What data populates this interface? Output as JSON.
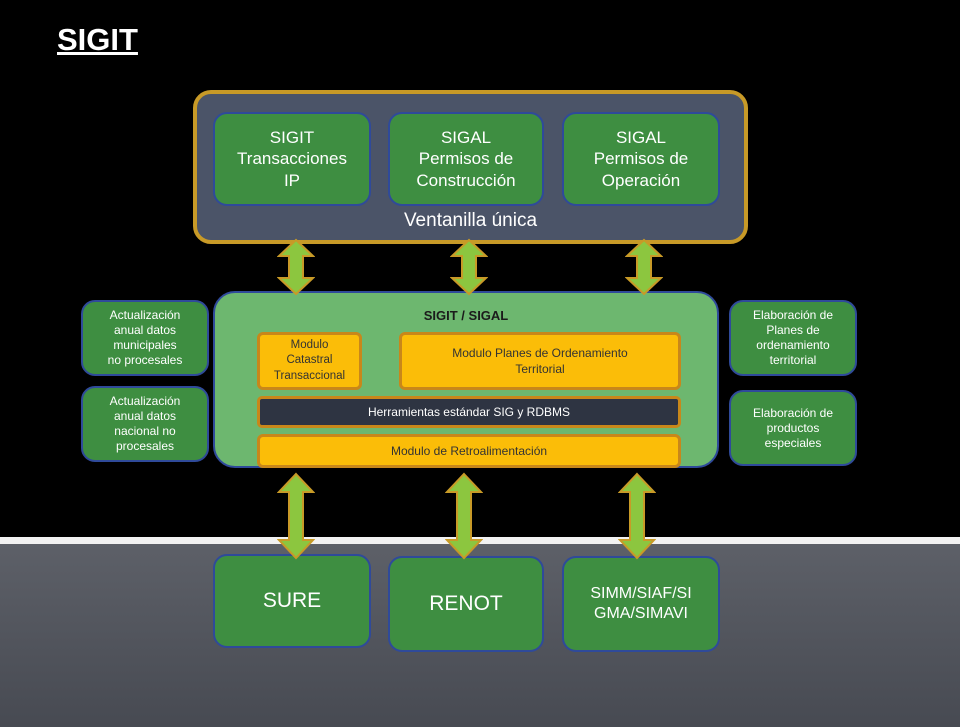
{
  "title": "SIGIT",
  "ventanilla": {
    "label": "Ventanilla única",
    "boxes": [
      "SIGIT\nTransacciones\nIP",
      "SIGAL\nPermisos de\nConstrucción",
      "SIGAL\nPermisos de\nOperación"
    ]
  },
  "core": {
    "label": "SIGIT / SIGAL",
    "catastral": "Modulo\nCatastral\nTransaccional",
    "planes": "Modulo Planes de Ordenamiento\nTerritorial",
    "herramientas": "Herramientas estándar SIG y RDBMS",
    "retro": "Modulo de Retroalimentación"
  },
  "left_side": [
    "Actualización\nanual datos\nmunicipales\nno procesales",
    "Actualización\nanual datos\nnacional no\nprocesales"
  ],
  "right_side": [
    "Elaboración de\nPlanes de\nordenamiento\nterritorial",
    "Elaboración de\nproductos\nespeciales"
  ],
  "bottom": [
    "SURE",
    "RENOT",
    "SIMM/SIAF/SI\nGMA/SIMAVI"
  ],
  "colors": {
    "green": "#3e8e41",
    "light_green": "#6db76f",
    "yellow": "#fbbd08",
    "gold_border": "#c89a27",
    "arrow_fill": "#8cc63f"
  }
}
